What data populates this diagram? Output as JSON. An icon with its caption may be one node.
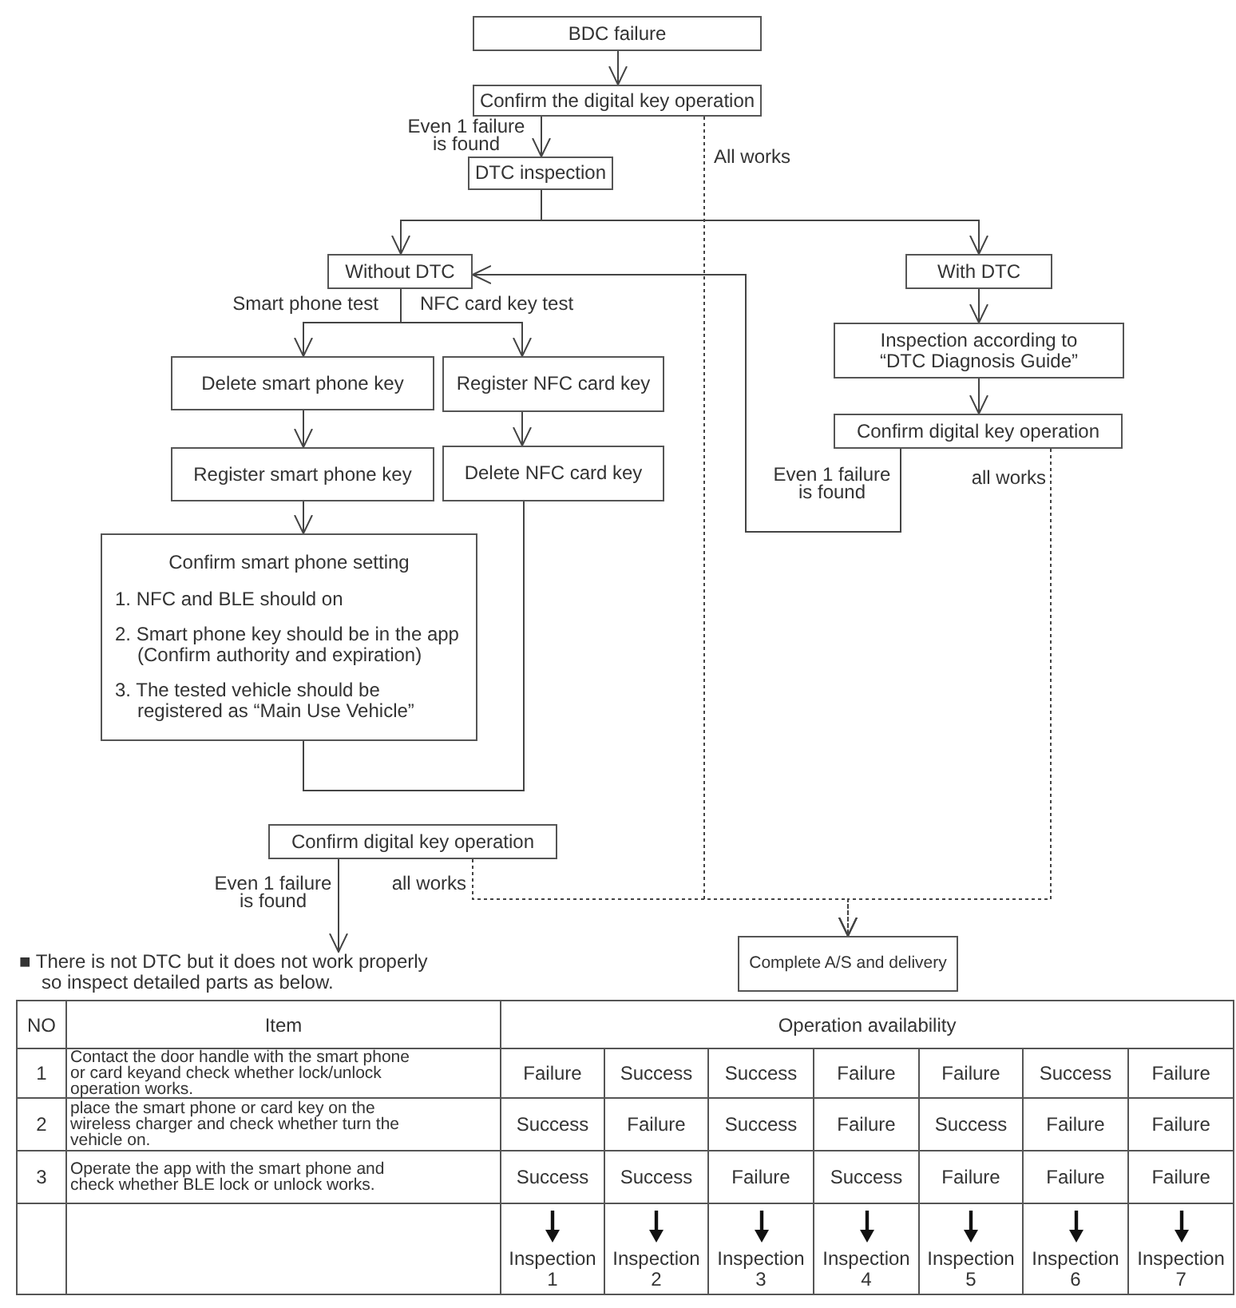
{
  "diagram": {
    "nodes": [
      {
        "text": [
          "BDC failure"
        ]
      },
      {
        "text": [
          "Confirm the digital key operation"
        ]
      },
      {
        "text": [
          "DTC inspection"
        ]
      },
      {
        "text": [
          "Without DTC"
        ]
      },
      {
        "text": [
          "With DTC"
        ]
      },
      {
        "text": [
          "Delete smart phone key"
        ]
      },
      {
        "text": [
          "Register NFC card key"
        ]
      },
      {
        "text": [
          "Inspection according to “DTC Diagnosis Guide”"
        ]
      },
      {
        "text": [
          "Register smart phone key"
        ]
      },
      {
        "text": [
          "Delete NFC card key"
        ]
      },
      {
        "text": [
          "Confirm digital key operation"
        ]
      },
      {
        "text": [
          "Confirm smart phone setting",
          "1. NFC and BLE should on",
          "2. Smart phone key should be in the app (Confirm authority and expiration)",
          "3. The tested vehicle should be registered as “Main Use Vehicle”"
        ]
      },
      {
        "text": [
          "Confirm digital key operation"
        ]
      },
      {
        "text": [
          "Complete A/S and delivery"
        ]
      },
      {
        "text": [
          "■ There is not DTC but it does not work properly so inspect detailed parts as below."
        ]
      }
    ],
    "edges": [
      {
        "from": 0,
        "to": 1,
        "arrow": "to"
      },
      {
        "from": 1,
        "to": 2,
        "arrow": "to",
        "label": "Even 1 failure is found"
      },
      {
        "from": 1,
        "to": 13,
        "arrow": "to",
        "label": "All works",
        "style": "dashed"
      },
      {
        "from": 2,
        "to": 3,
        "arrow": "to"
      },
      {
        "from": 2,
        "to": 4,
        "arrow": "to"
      },
      {
        "from": 3,
        "to": 5,
        "arrow": "to",
        "label": "Smart phone test"
      },
      {
        "from": 3,
        "to": 6,
        "arrow": "to",
        "label": "NFC card key test"
      },
      {
        "from": 4,
        "to": 7,
        "arrow": "to"
      },
      {
        "from": 5,
        "to": 8,
        "arrow": "to"
      },
      {
        "from": 6,
        "to": 9,
        "arrow": "to"
      },
      {
        "from": 7,
        "to": 10,
        "arrow": "to"
      },
      {
        "from": 8,
        "to": 11,
        "arrow": "to"
      },
      {
        "from": 10,
        "to": 3,
        "arrow": "to",
        "label": "Even 1 failure is found"
      },
      {
        "from": 10,
        "to": 13,
        "arrow": "to",
        "label": "all works",
        "style": "dashed"
      },
      {
        "from": 11,
        "to": 9,
        "arrow": "none"
      },
      {
        "from": 12,
        "to": 14,
        "arrow": "to",
        "label": "Even 1 failure is found"
      },
      {
        "from": 12,
        "to": 13,
        "arrow": "to",
        "label": "all works",
        "style": "dashed"
      }
    ],
    "labels": [
      "NO",
      "Item",
      "Operation availability",
      "1",
      "Contact the door handle with the smart phone or card keyand check whether lock/unlock operation works.",
      "Failure",
      "Success",
      "Success",
      "Failure",
      "Failure",
      "Success",
      "Failure",
      "2",
      "place the smart phone or card key on the wireless charger and check whether turn the vehicle on.",
      "Success",
      "Failure",
      "Success",
      "Failure",
      "Success",
      "Failure",
      "Failure",
      "3",
      "Operate the app with the smart phone and check whether BLE lock or unlock works.",
      "Success",
      "Success",
      "Failure",
      "Success",
      "Failure",
      "Failure",
      "Failure",
      "Inspection 1",
      "Inspection 2",
      "Inspection 3",
      "Inspection 4",
      "Inspection 5",
      "Inspection 6",
      "Inspection 7"
    ]
  }
}
